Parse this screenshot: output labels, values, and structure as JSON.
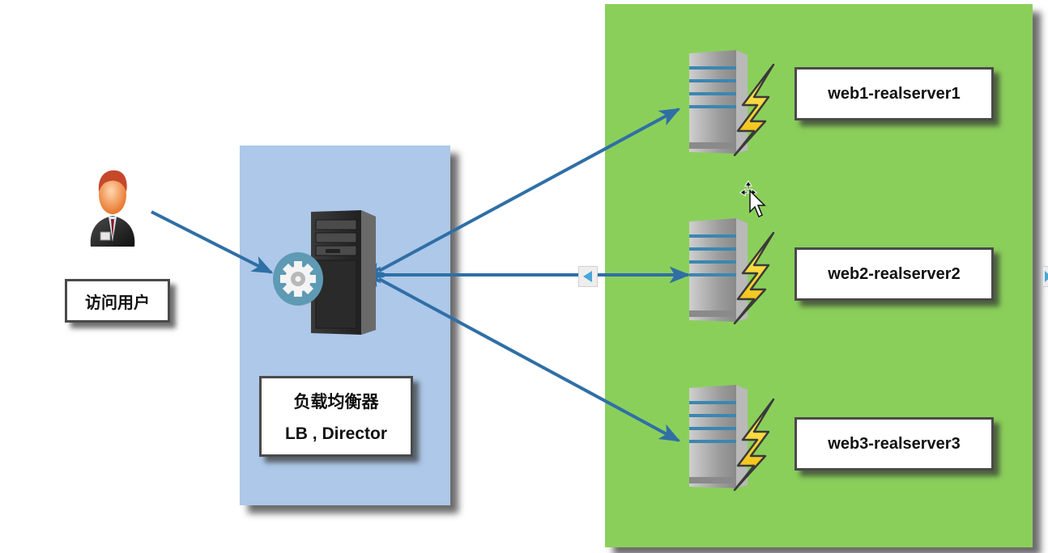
{
  "diagram": {
    "title": "LVS load balancing architecture",
    "user": {
      "label": "访问用户",
      "icon": "user-icon"
    },
    "load_balancer": {
      "label_line1": "负载均衡器",
      "label_line2": "LB , Director",
      "icon": "server-tower-icon",
      "badge_icon": "gear-icon",
      "panel_color": "#adc8e8"
    },
    "real_servers": {
      "panel_color": "#8bcf5b",
      "items": [
        {
          "label": "web1-realserver1",
          "icon": "server-lightning-icon"
        },
        {
          "label": "web2-realserver2",
          "icon": "server-lightning-icon"
        },
        {
          "label": "web3-realserver3",
          "icon": "server-lightning-icon"
        }
      ]
    },
    "connections": [
      {
        "from": "user",
        "to": "load_balancer",
        "direction": "to"
      },
      {
        "from": "load_balancer",
        "to": "web1-realserver1",
        "direction": "both"
      },
      {
        "from": "load_balancer",
        "to": "web2-realserver2",
        "direction": "both"
      },
      {
        "from": "load_balancer",
        "to": "web3-realserver3",
        "direction": "both"
      }
    ],
    "arrow_color": "#2f6fa6",
    "scroll_handles": [
      "left-scroll-handle",
      "right-scroll-handle"
    ],
    "cursor": "move-cursor-icon"
  }
}
